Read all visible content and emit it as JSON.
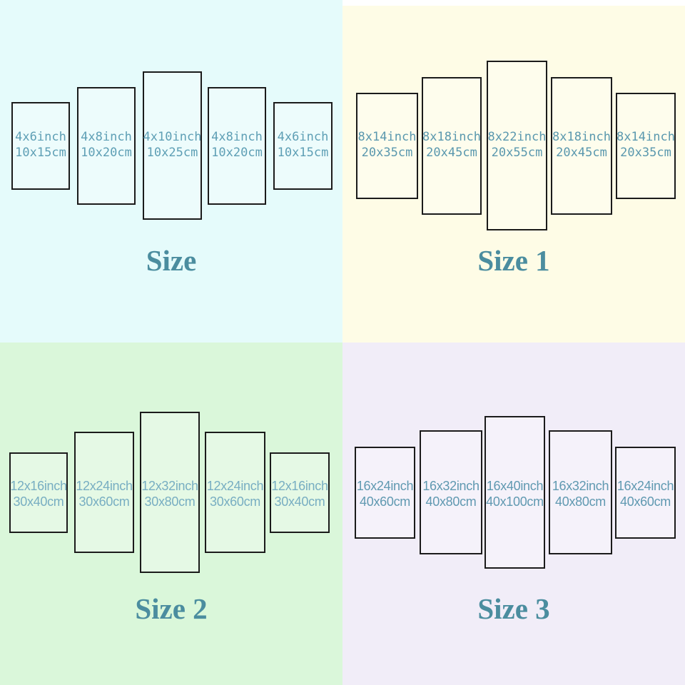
{
  "title_color": "#4b8d9f",
  "panel_border_color": "#1b1b1b",
  "quadrants": [
    {
      "title": "Size",
      "background": "#e5fbfb",
      "label_color": "#5e9fb5",
      "panels": [
        {
          "inch": "4x6inch",
          "cm": "10x15cm"
        },
        {
          "inch": "4x8inch",
          "cm": "10x20cm"
        },
        {
          "inch": "4x10inch",
          "cm": "10x25cm"
        },
        {
          "inch": "4x8inch",
          "cm": "10x20cm"
        },
        {
          "inch": "4x6inch",
          "cm": "10x15cm"
        }
      ]
    },
    {
      "title": "Size 1",
      "background": "#fefce6",
      "label_color": "#5a98ae",
      "panels": [
        {
          "inch": "8x14inch",
          "cm": "20x35cm"
        },
        {
          "inch": "8x18inch",
          "cm": "20x45cm"
        },
        {
          "inch": "8x22inch",
          "cm": "20x55cm"
        },
        {
          "inch": "8x18inch",
          "cm": "20x45cm"
        },
        {
          "inch": "8x14inch",
          "cm": "20x35cm"
        }
      ]
    },
    {
      "title": "Size 2",
      "background": "#daf7da",
      "label_color": "#78aec2",
      "panels": [
        {
          "inch": "12x16inch",
          "cm": "30x40cm"
        },
        {
          "inch": "12x24inch",
          "cm": "30x60cm"
        },
        {
          "inch": "12x32inch",
          "cm": "30x80cm"
        },
        {
          "inch": "12x24inch",
          "cm": "30x60cm"
        },
        {
          "inch": "12x16inch",
          "cm": "30x40cm"
        }
      ]
    },
    {
      "title": "Size 3",
      "background": "#f1edf8",
      "label_color": "#6099b1",
      "panels": [
        {
          "inch": "16x24inch",
          "cm": "40x60cm"
        },
        {
          "inch": "16x32inch",
          "cm": "40x80cm"
        },
        {
          "inch": "16x40inch",
          "cm": "40x100cm"
        },
        {
          "inch": "16x32inch",
          "cm": "40x80cm"
        },
        {
          "inch": "16x24inch",
          "cm": "40x60cm"
        }
      ]
    }
  ]
}
